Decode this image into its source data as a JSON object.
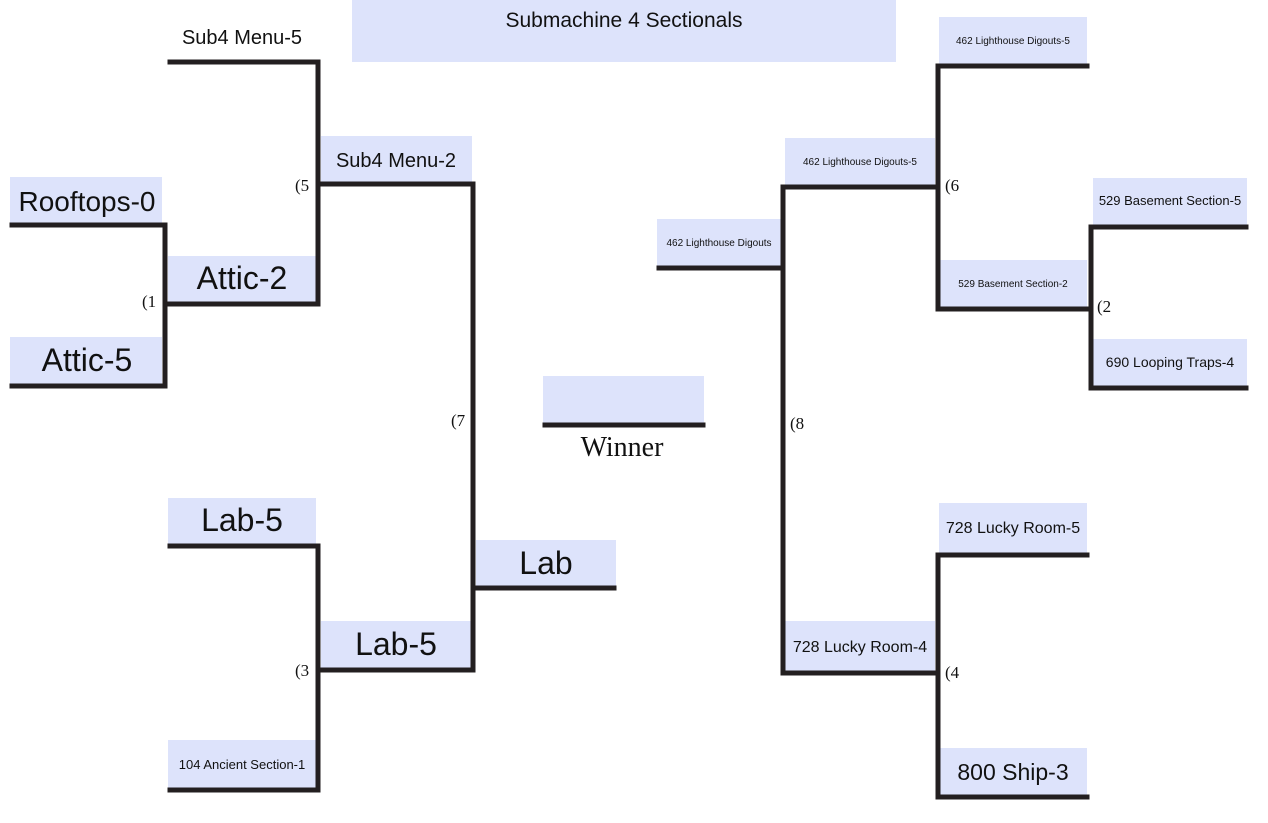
{
  "title": "Submachine 4 Sectionals",
  "winner_label": "Winner",
  "winner_value": "",
  "slots": {
    "l_r1_1": "Rooftops-0",
    "l_r1_2": "Attic-5",
    "l_r1_3": "Lab-5",
    "l_r1_4": "104 Ancient Section-1",
    "l_r1_bye": "Sub4 Menu-5",
    "l_r2_1": "Attic-2",
    "l_r2_2": "Sub4 Menu-2",
    "l_r2_3": "Lab-5",
    "l_final": "Lab",
    "r_r1_1": "462 Lighthouse Digouts-5",
    "r_r1_2": "529 Basement Section-5",
    "r_r1_3": "690 Looping Traps-4",
    "r_r1_4": "728 Lucky Room-5",
    "r_r1_5": "800 Ship-3",
    "r_r2_1": "462 Lighthouse Digouts-5",
    "r_r2_2": "529 Basement Section-2",
    "r_r2_3": "728 Lucky Room-4",
    "r_final": "462 Lighthouse Digouts"
  },
  "games": {
    "g1": "(1",
    "g2": "(2",
    "g3": "(3",
    "g4": "(4",
    "g5": "(5",
    "g6": "(6",
    "g7": "(7",
    "g8": "(8"
  }
}
